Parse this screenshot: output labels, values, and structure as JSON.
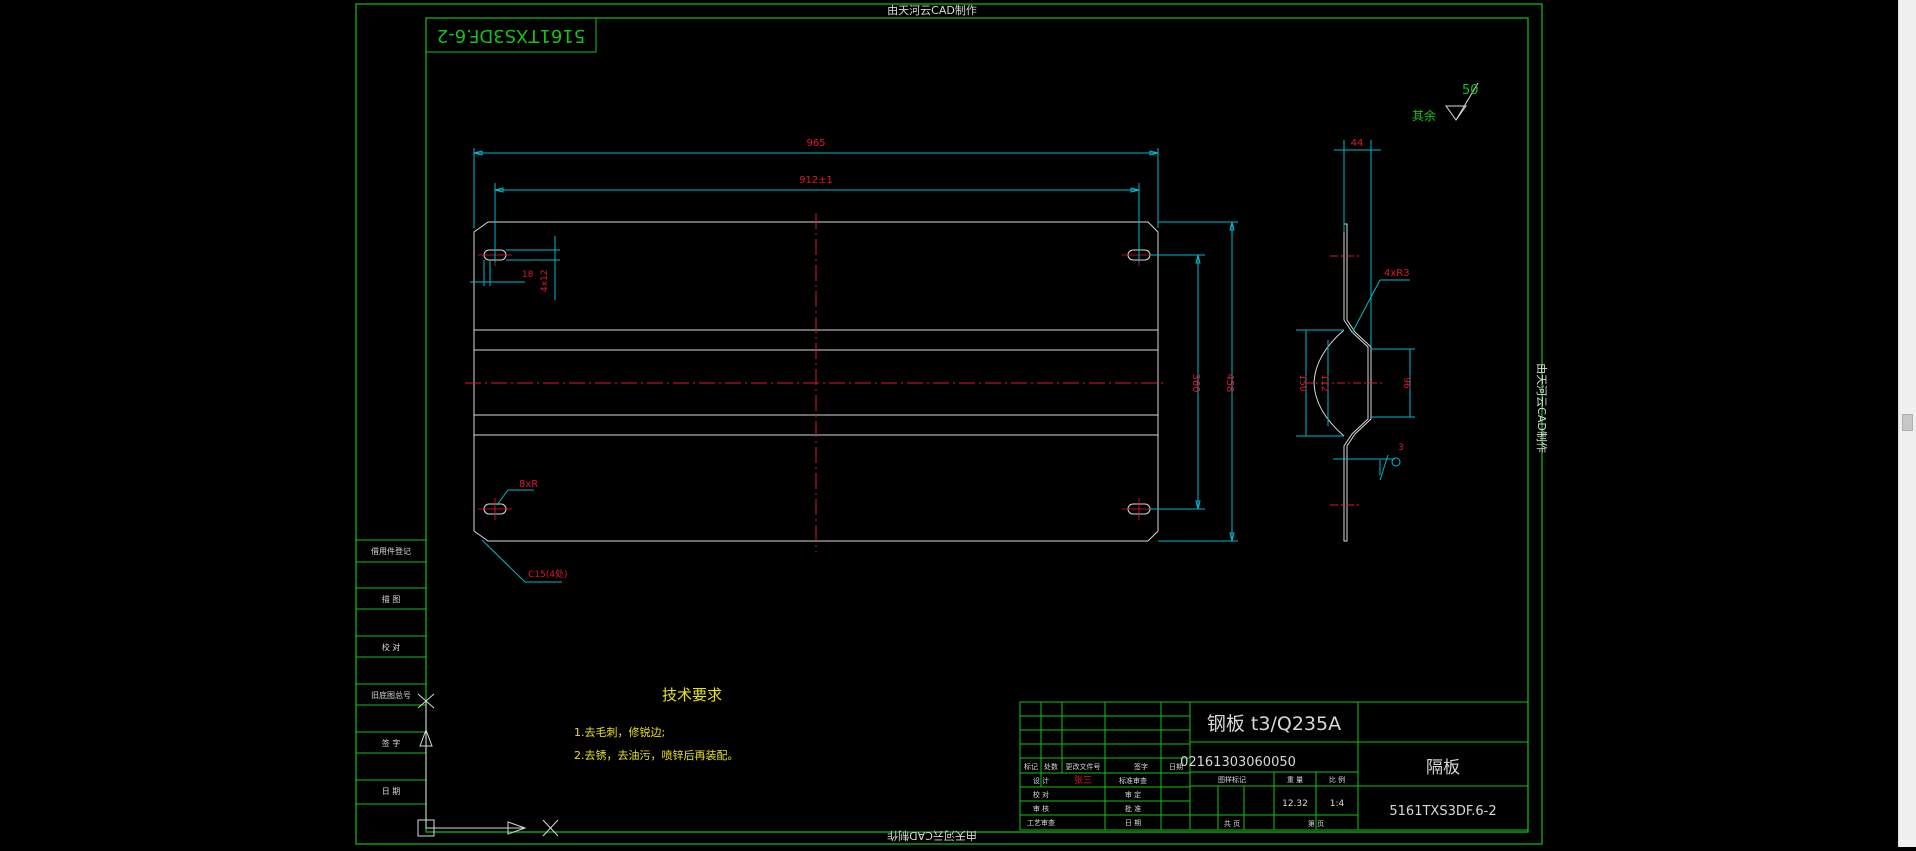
{
  "watermark": {
    "top": "由天河云CAD制作",
    "right": "由天河云CAD制作",
    "bottom": "由天河云CAD制作"
  },
  "corner_code": "5161TXS3DF.6-2",
  "roughness": {
    "value": "50",
    "note": "其余"
  },
  "dimensions": {
    "overall_length": "965",
    "hole_pitch": "912±1",
    "slot_width": "18",
    "slot_length": "4x12",
    "corner_radius": "8xR",
    "chamfer": "C15(4处)",
    "hole_spacing_v": "360",
    "overall_width": "458",
    "profile_depth": "44",
    "bend_radius": "4xR3",
    "profile_height": "150",
    "inner_height": "112",
    "flat_height": "96",
    "thickness": "3"
  },
  "tech_requirements": {
    "title": "技术要求",
    "items": [
      "1.去毛刺，修锐边;",
      "2.去锈，去油污，喷锌后再装配。"
    ]
  },
  "side_panel": {
    "rows": [
      "借用件登记",
      "描 图",
      "校 对",
      "旧底图总号",
      "签 字",
      "日 期"
    ]
  },
  "title_block": {
    "material": "钢板 t3/Q235A",
    "drawing_no": "02161303060050",
    "part_name": "隔板",
    "doc_code": "5161TXS3DF.6-2",
    "headers": [
      "标记",
      "处数",
      "更改文件号",
      "签字",
      "日期"
    ],
    "roles": [
      "设 计",
      "校 对",
      "审 核",
      "工艺审查"
    ],
    "approvals": [
      "标准审查",
      "审 定",
      "批 准",
      "日 期"
    ],
    "designer_sign": "张三",
    "stage_label": "图样标记",
    "weight_label": "重 量",
    "scale_label": "比 例",
    "weight": "12.32",
    "scale": "1:4",
    "sheets_total": "共 页",
    "sheet_no": "第 页"
  },
  "colors": {
    "frame": "#16c016",
    "geometry": "#d8d8d8",
    "dimension": "#00b8cc",
    "centerline": "#e0182a",
    "tech_text": "#e8e020"
  }
}
